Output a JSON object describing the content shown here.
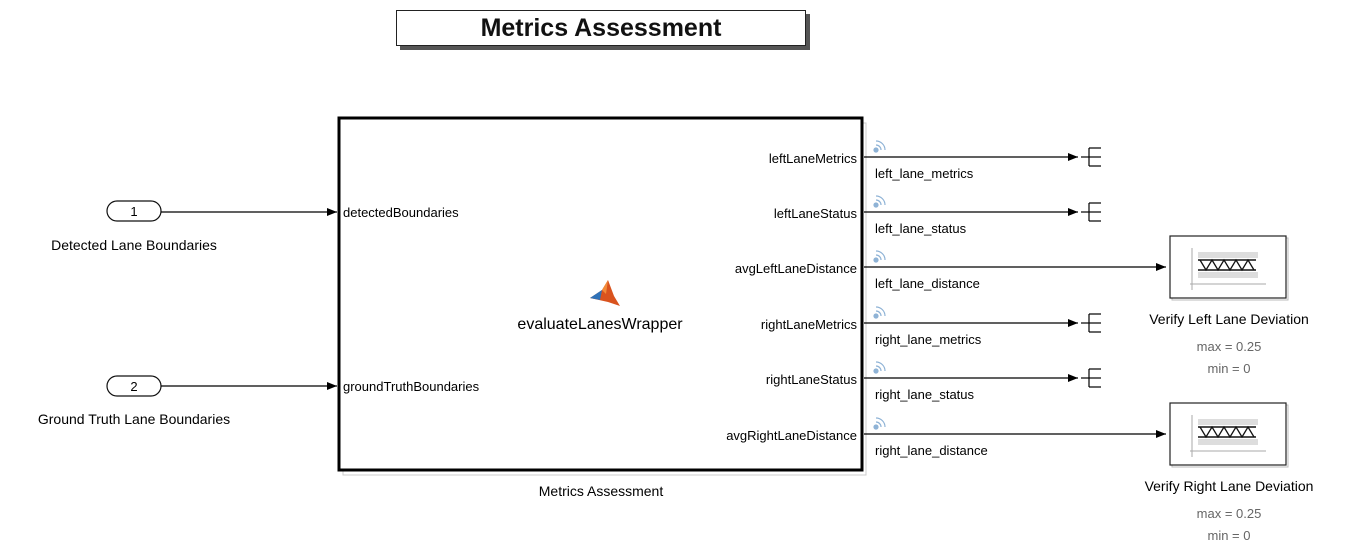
{
  "title": "Metrics Assessment",
  "inports": [
    {
      "number": "1",
      "label": "Detected Lane Boundaries"
    },
    {
      "number": "2",
      "label": "Ground Truth Lane Boundaries"
    }
  ],
  "block": {
    "name": "Metrics Assessment",
    "function": "evaluateLanesWrapper",
    "icon": "matlab-function-icon",
    "inputs": [
      "detectedBoundaries",
      "groundTruthBoundaries"
    ],
    "outputs": [
      "leftLaneMetrics",
      "leftLaneStatus",
      "avgLeftLaneDistance",
      "rightLaneMetrics",
      "rightLaneStatus",
      "avgRightLaneDistance"
    ]
  },
  "signals": [
    "left_lane_metrics",
    "left_lane_status",
    "left_lane_distance",
    "right_lane_metrics",
    "right_lane_status",
    "right_lane_distance"
  ],
  "verify_blocks": [
    {
      "label": "Verify Left Lane Deviation",
      "max": "max = 0.25",
      "min": "min = 0"
    },
    {
      "label": "Verify Right Lane Deviation",
      "max": "max = 0.25",
      "min": "min = 0"
    }
  ],
  "colors": {
    "logging_icon": "#8fb3d6",
    "line": "#000000",
    "matlab_orange": "#d9531e",
    "matlab_blue": "#2f72b8"
  }
}
